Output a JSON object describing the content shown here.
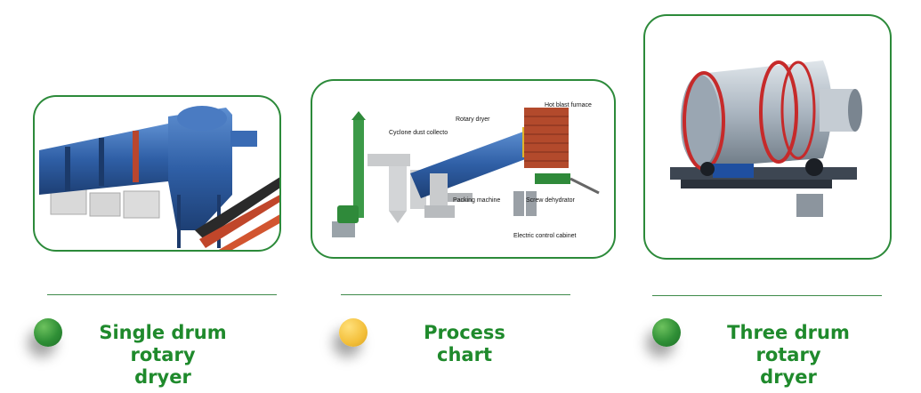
{
  "cards": [
    {
      "caption_line1": "Single drum rotary",
      "caption_line2": "dryer",
      "dot_color": "#2f8f36"
    },
    {
      "caption_line1": "Process chart",
      "caption_line2": "",
      "dot_color": "#f3bf3a",
      "diagram_labels": {
        "hot_blast_furnace": "Hot blast furnace",
        "rotary_dryer": "Rotary dryer",
        "cyclone": "Cyclone dust collecto",
        "packing": "Packing machine",
        "screw": "Screw dehydrator",
        "cabinet": "Electric control cabinet"
      }
    },
    {
      "caption_line1": "Three drum rotary",
      "caption_line2": "dryer",
      "dot_color": "#2f8f36"
    }
  ],
  "colors": {
    "border": "#2c8a3a",
    "caption": "#1f8a2c",
    "drum_blue": "#2f5fa6",
    "drum_grey": "#a9b4bf"
  }
}
